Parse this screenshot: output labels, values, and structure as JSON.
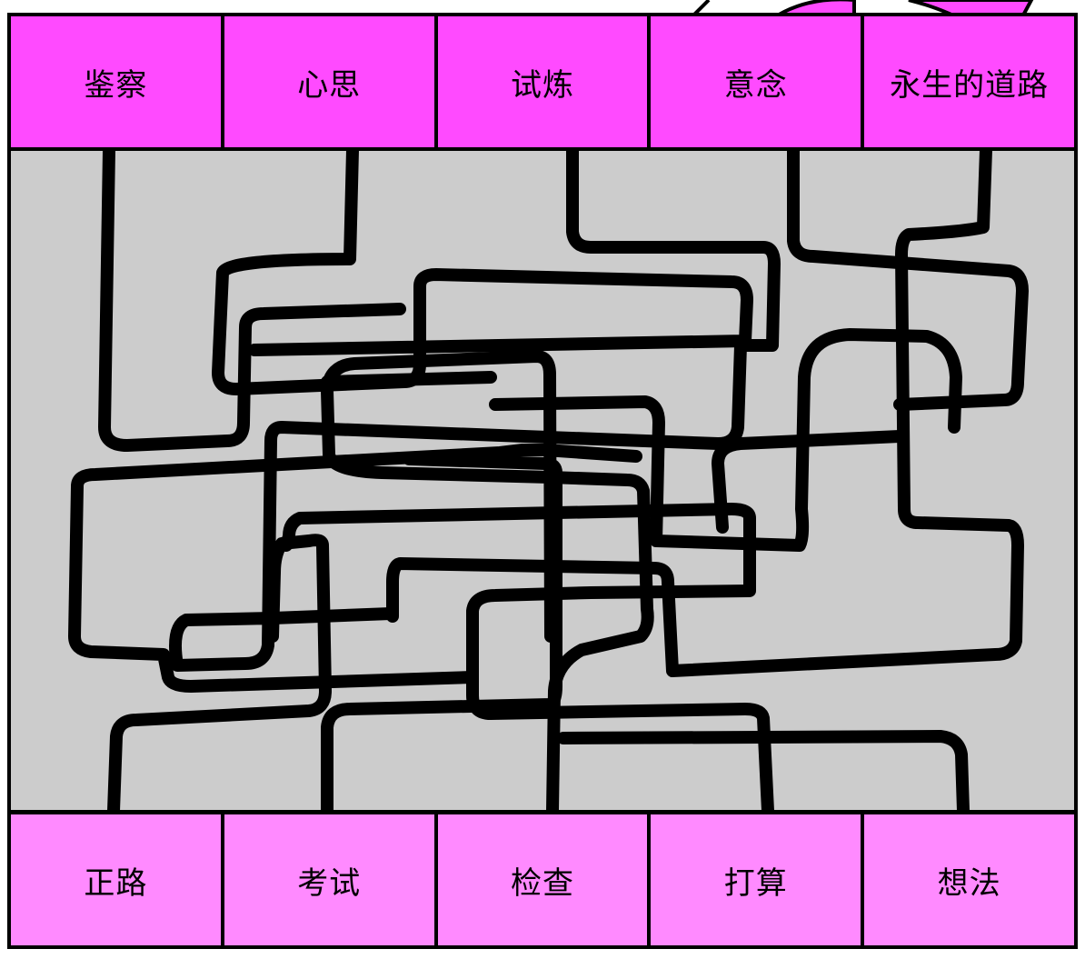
{
  "colors": {
    "top_cell": "#ff4aff",
    "bottom_cell": "#ff8aff",
    "maze_background": "#cccccc",
    "path": "#000000"
  },
  "top_labels": [
    "鉴察",
    "心思",
    "试炼",
    "意念",
    "永生的道路"
  ],
  "bottom_labels": [
    "正路",
    "考试",
    "检查",
    "打算",
    "想法"
  ]
}
